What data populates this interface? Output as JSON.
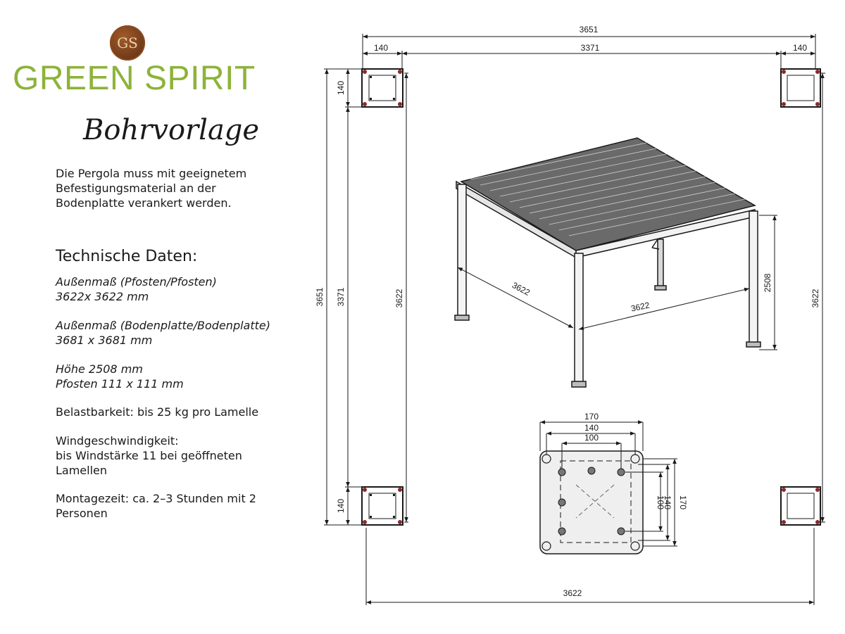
{
  "logo": {
    "mark": "GS",
    "name": "GREEN SPIRIT"
  },
  "title": "Bohrvorlage",
  "intro": [
    "Die Pergola muss mit geeignetem",
    "Befestigungsmaterial an der",
    "Bodenplatte verankert werden."
  ],
  "tech_heading": "Technische Daten:",
  "specs": [
    [
      "Außenmaß (Pfosten/Pfosten)",
      "3622x 3622 mm"
    ],
    [
      "Außenmaß (Bodenplatte/Bodenplatte)",
      "3681 x 3681 mm"
    ],
    [
      "Höhe 2508 mm",
      "Pfosten 111 x 111 mm"
    ],
    [
      "Belastbarkeit: bis 25 kg pro Lamelle"
    ],
    [
      "Windgeschwindigkeit:",
      "bis Windstärke 11 bei geöffneten",
      "Lamellen"
    ],
    [
      "Montagezeit: ca. 2–3 Stunden mit 2",
      "Personen"
    ]
  ],
  "dimensions": {
    "overall_top": "3651",
    "plate_left": "140",
    "span_top": "3371",
    "plate_right": "140",
    "overall_left": "3651",
    "span_left": "3371",
    "post_left": "3622",
    "plate_top_left": "140",
    "plate_bottom_left": "140",
    "post_right": "3622",
    "post_bottom": "3622",
    "iso_side_left": "3622",
    "iso_side_front": "3622",
    "iso_height": "2508",
    "detail_170_h": "170",
    "detail_140_h": "140",
    "detail_100_h": "100",
    "detail_100_v": "100",
    "detail_140_v": "140",
    "detail_170_v": "170"
  }
}
